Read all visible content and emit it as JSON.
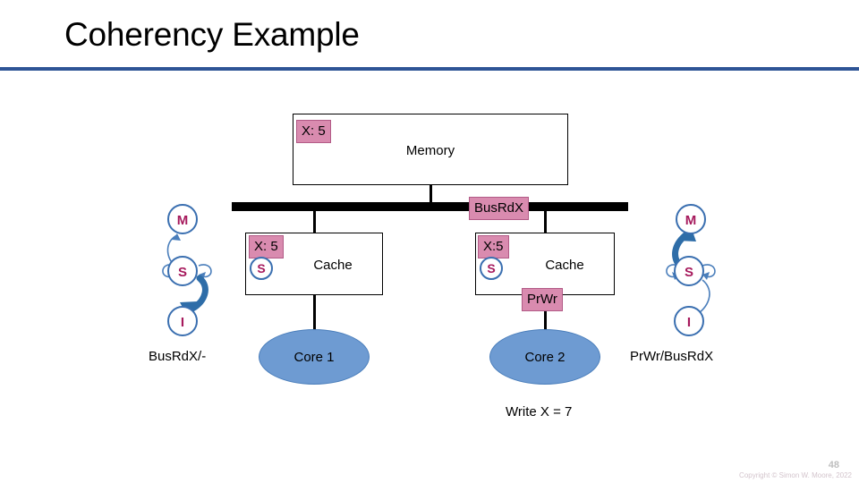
{
  "slide": {
    "title": "Coherency Example",
    "accent_color": "#2E5496",
    "tag_color": "#D98BAF",
    "core_color": "#6E9BD2",
    "state_ring_color": "#3A6FB0",
    "state_text_color": "#A6195C",
    "arrow_highlight_color": "#2E6DA8"
  },
  "memory": {
    "label": "Memory",
    "tag": "X: 5"
  },
  "bus": {
    "transaction_tag": "BusRdX"
  },
  "cache_left": {
    "label": "Cache",
    "tag": "X: 5",
    "state": "S"
  },
  "cache_right": {
    "label": "Cache",
    "tag": "X:5",
    "state": "S",
    "op_tag": "PrWr"
  },
  "core_left": {
    "label": "Core 1"
  },
  "core_right": {
    "label": "Core 2",
    "action": "Write X = 7"
  },
  "fsm_left": {
    "states": [
      "M",
      "S",
      "I"
    ],
    "transition_label": "BusRdX/-",
    "highlighted_transition": "S->I"
  },
  "fsm_right": {
    "states": [
      "M",
      "S",
      "I"
    ],
    "transition_label": "PrWr/BusRdX",
    "highlighted_transition": "S->M"
  },
  "footer": {
    "page_number": "48",
    "copyright": "Copyright © Simon W. Moore, 2022"
  }
}
